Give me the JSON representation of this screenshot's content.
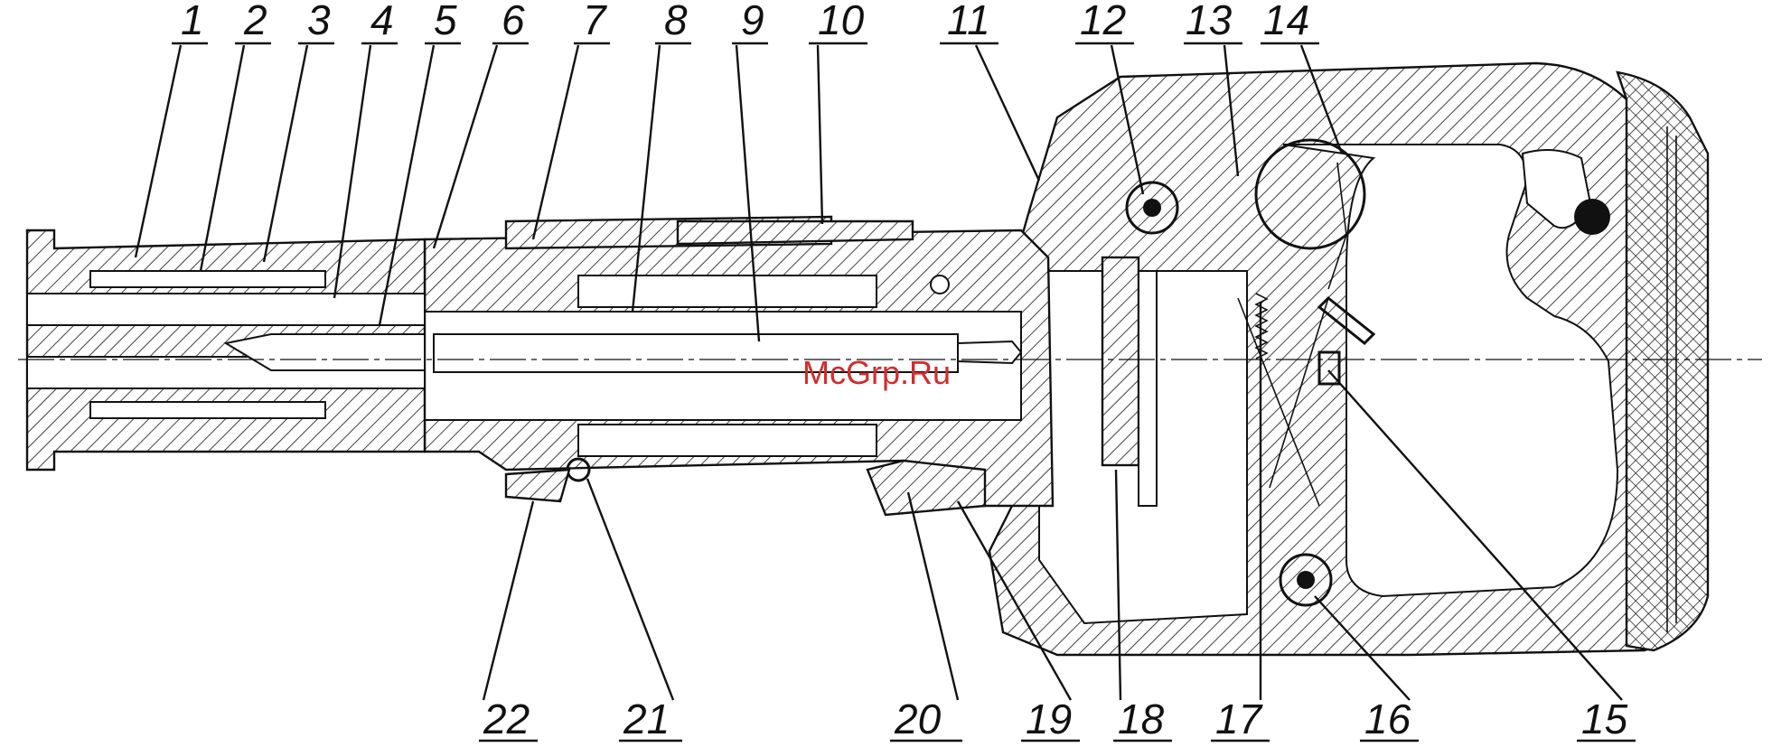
{
  "watermark": "McGrp.Ru",
  "colors": {
    "ink": "#111111",
    "watermark": "#d32b2b",
    "background": "#ffffff"
  },
  "callouts": {
    "c1": "1",
    "c2": "2",
    "c3": "3",
    "c4": "4",
    "c5": "5",
    "c6": "6",
    "c7": "7",
    "c8": "8",
    "c9": "9",
    "c10": "10",
    "c11": "11",
    "c12": "12",
    "c13": "13",
    "c14": "14",
    "c15": "15",
    "c16": "16",
    "c17": "17",
    "c18": "18",
    "c19": "19",
    "c20": "20",
    "c21": "21",
    "c22": "22"
  }
}
